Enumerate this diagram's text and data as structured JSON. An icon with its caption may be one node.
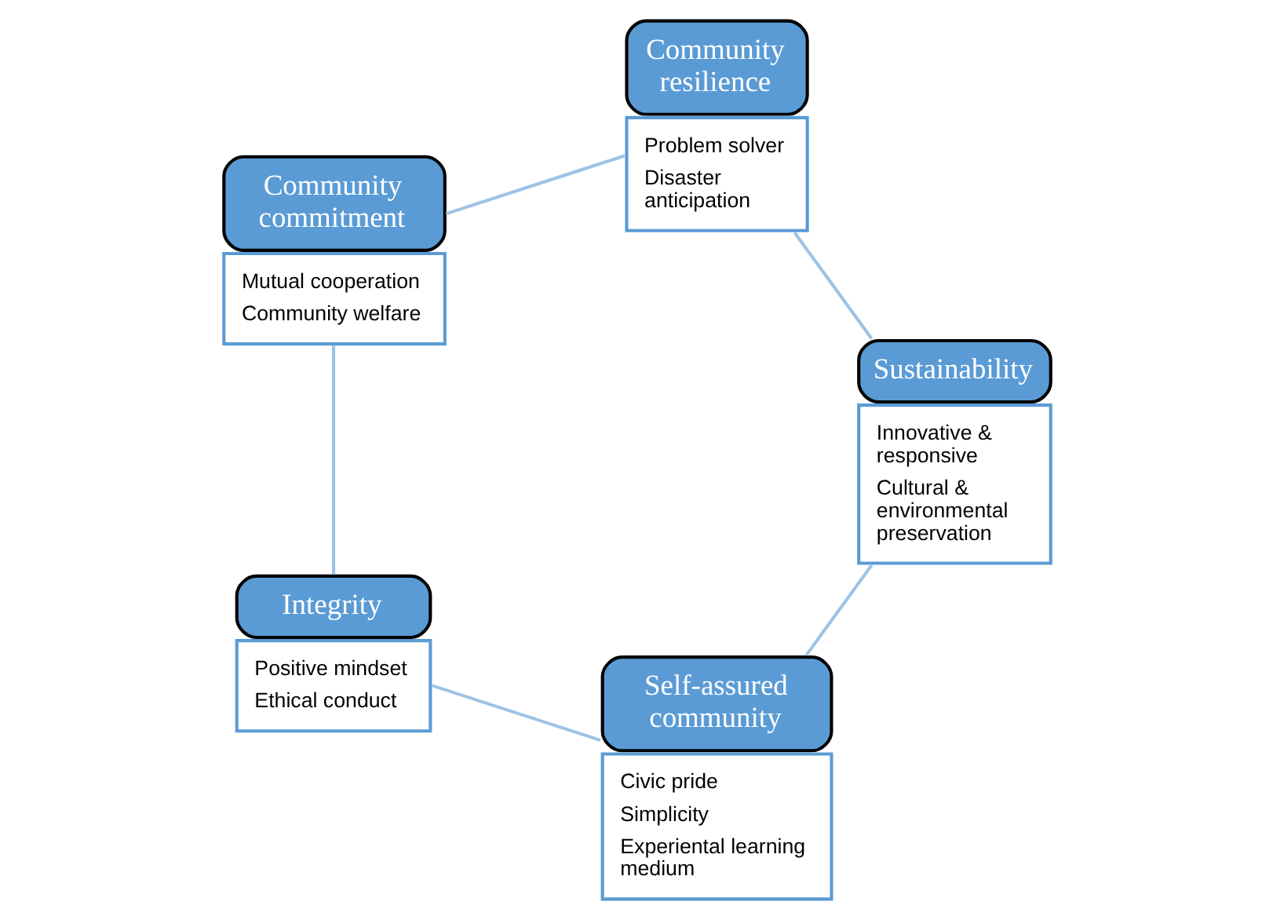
{
  "diagram": {
    "nodes": [
      {
        "text": [
          "Self-assured community",
          "Civic pride",
          "Simplicity",
          "Experiental learning medium"
        ]
      },
      {
        "text": [
          "Sustainability",
          "Innovative & responsive",
          "Cultural & environmental preservation"
        ]
      },
      {
        "text": [
          "Integrity",
          "Positive mindset",
          "Ethical conduct"
        ]
      },
      {
        "text": [
          "Community commitment",
          "Mutual cooperation",
          "Community welfare"
        ]
      },
      {
        "text": [
          "Community resilience",
          "Problem solver",
          "Disaster anticipation"
        ]
      }
    ],
    "edges": [
      {
        "from": 0,
        "to": 2,
        "arrow": "none"
      },
      {
        "from": 2,
        "to": 3,
        "arrow": "none"
      },
      {
        "from": 3,
        "to": 4,
        "arrow": "none"
      },
      {
        "from": 4,
        "to": 1,
        "arrow": "none"
      },
      {
        "from": 1,
        "to": 0,
        "arrow": "none"
      }
    ]
  }
}
